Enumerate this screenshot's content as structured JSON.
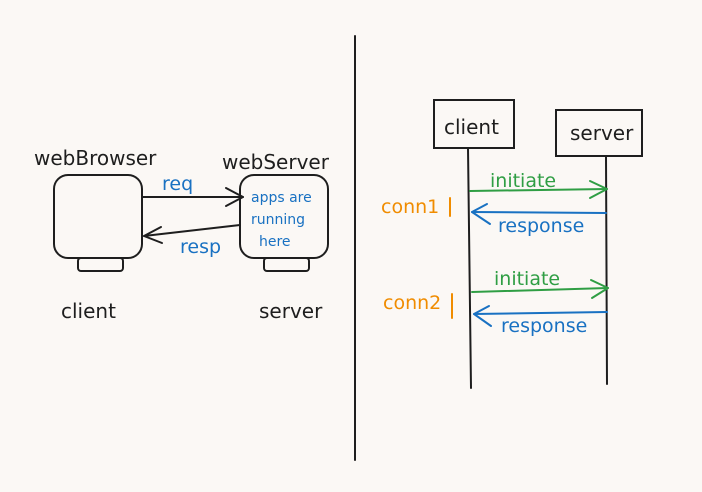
{
  "colors": {
    "background": "#fbf8f5",
    "ink": "#1e1e1e",
    "blue": "#1971c2",
    "green": "#2f9e44",
    "orange": "#f08c00"
  },
  "left_diagram": {
    "browser_label": "webBrowser",
    "server_label": "webServer",
    "server_text": [
      "apps are",
      "running",
      "here"
    ],
    "req_label": "req",
    "resp_label": "resp",
    "client_caption": "client",
    "server_caption": "server"
  },
  "sequence_diagram": {
    "client_label": "client",
    "server_label": "server",
    "connections": [
      {
        "label": "conn1",
        "initiate_label": "initiate",
        "response_label": "response"
      },
      {
        "label": "conn2",
        "initiate_label": "initiate",
        "response_label": "response"
      }
    ]
  }
}
